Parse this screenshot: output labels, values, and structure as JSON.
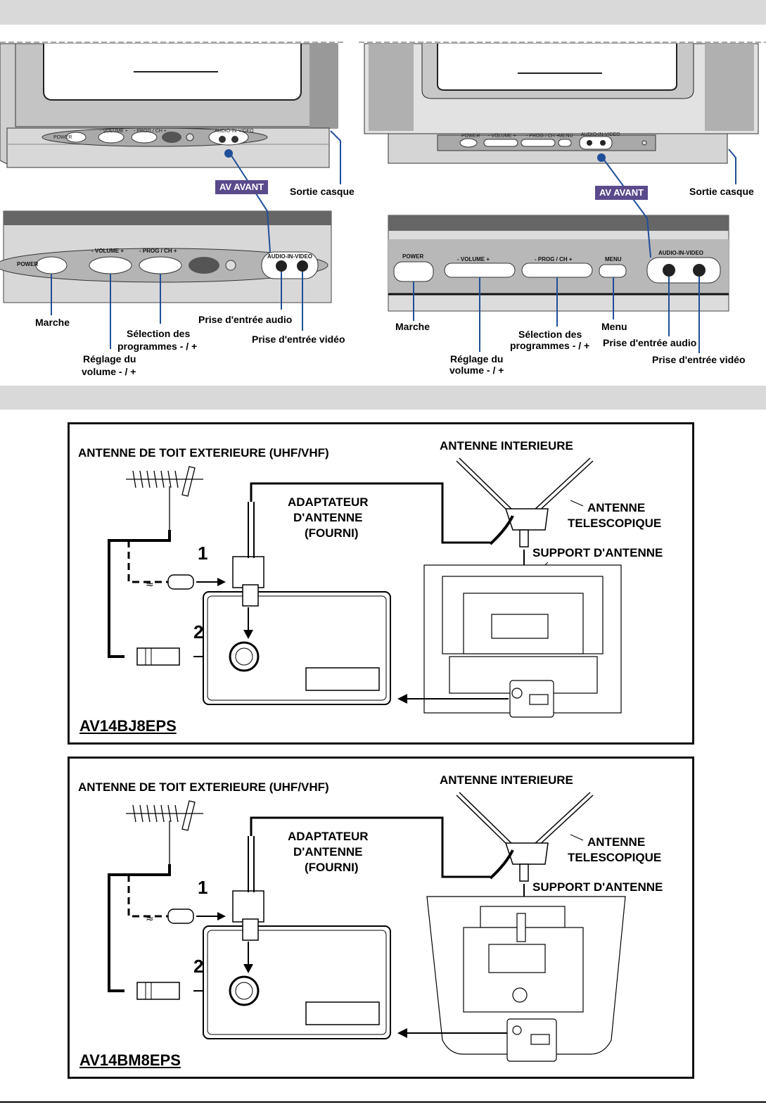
{
  "section1": {
    "left": {
      "av_tag": "AV AVANT",
      "headphone": "Sortie casque",
      "tv_labels": {
        "power": "POWER",
        "volume": "-  VOLUME  +",
        "prog": "-  PROG / CH  +",
        "av": "AUDIO-IN-VIDEO"
      },
      "zoom_labels": {
        "power": "POWER",
        "volume": "-  VOLUME  +",
        "prog": "-  PROG / CH  +",
        "av": "AUDIO-IN-VIDEO"
      },
      "marche": "Marche",
      "volume_l1": "Réglage du",
      "volume_l2": "volume - / +",
      "prog_l1": "Sélection des",
      "prog_l2": "programmes - / +",
      "audio_in": "Prise d'entrée audio",
      "video_in": "Prise d'entrée vidéo"
    },
    "right": {
      "av_tag": "AV AVANT",
      "headphone": "Sortie casque",
      "tv_labels": {
        "power": "POWER",
        "volume": "-  VOLUME  +",
        "prog": "-  PROG / CH  +",
        "menu": "MENU",
        "av": "AUDIO-IN-VIDEO"
      },
      "zoom_labels": {
        "power": "POWER",
        "volume": "-  VOLUME  +",
        "prog": "-  PROG / CH  +",
        "menu": "MENU",
        "av": "AUDIO-IN-VIDEO"
      },
      "marche": "Marche",
      "volume_l1": "Réglage du",
      "volume_l2": "volume - / +",
      "prog_l1": "Sélection des",
      "prog_l2": "programmes - / +",
      "menu": "Menu",
      "audio_in": "Prise d'entrée audio",
      "video_in": "Prise d'entrée vidéo"
    }
  },
  "panels": [
    {
      "outdoor": "ANTENNE DE TOIT EXTERIEURE (UHF/VHF)",
      "indoor": "ANTENNE INTERIEURE",
      "adapter_l1": "ADAPTATEUR",
      "adapter_l2": "D'ANTENNE",
      "adapter_l3": "(FOURNI)",
      "tele_l1": "ANTENNE",
      "tele_l2": "TELESCOPIQUE",
      "support": "SUPPORT D'ANTENNE",
      "step1": "1",
      "step2": "2",
      "model": "AV14BJ8EPS"
    },
    {
      "outdoor": "ANTENNE DE TOIT EXTERIEURE (UHF/VHF)",
      "indoor": "ANTENNE INTERIEURE",
      "adapter_l1": "ADAPTATEUR",
      "adapter_l2": "D'ANTENNE",
      "adapter_l3": "(FOURNI)",
      "tele_l1": "ANTENNE",
      "tele_l2": "TELESCOPIQUE",
      "support": "SUPPORT D'ANTENNE",
      "step1": "1",
      "step2": "2",
      "model": "AV14BM8EPS"
    }
  ],
  "colors": {
    "band": "#d9d9d9",
    "tag": "#5a4a8c",
    "leader": "#1f4e9a",
    "panel_border": "#111111"
  }
}
